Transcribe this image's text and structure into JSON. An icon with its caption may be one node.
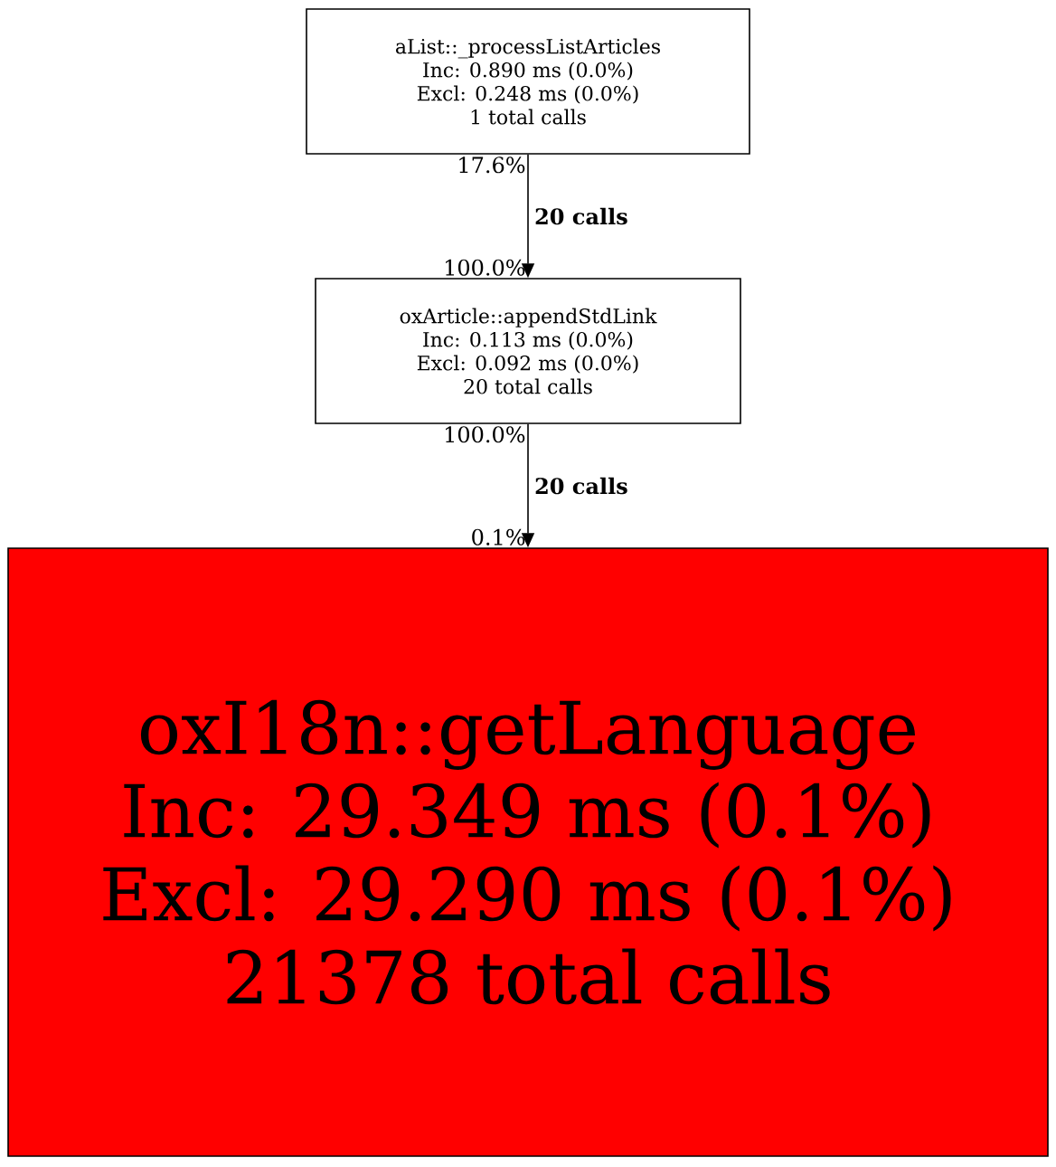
{
  "diagram": {
    "nodes": [
      {
        "text": [
          "aList::_processListArticles",
          "Inc: 0.890 ms (0.0%)",
          "Excl: 0.248 ms (0.0%)",
          "1 total calls"
        ]
      },
      {
        "text": [
          "oxArticle::appendStdLink",
          "Inc: 0.113 ms (0.0%)",
          "Excl: 0.092 ms (0.0%)",
          "20 total calls"
        ]
      },
      {
        "text": [
          "oxI18n::getLanguage",
          "Inc: 29.349 ms (0.1%)",
          "Excl: 29.290 ms (0.1%)",
          "21378 total calls"
        ]
      }
    ],
    "edges": [
      {
        "from": 0,
        "to": 1,
        "arrow": "to",
        "label": "20 calls"
      },
      {
        "from": 1,
        "to": 2,
        "arrow": "to",
        "label": "20 calls"
      }
    ],
    "labels": [
      "17.6%",
      "100.0%",
      "100.0%",
      "0.1%"
    ]
  }
}
